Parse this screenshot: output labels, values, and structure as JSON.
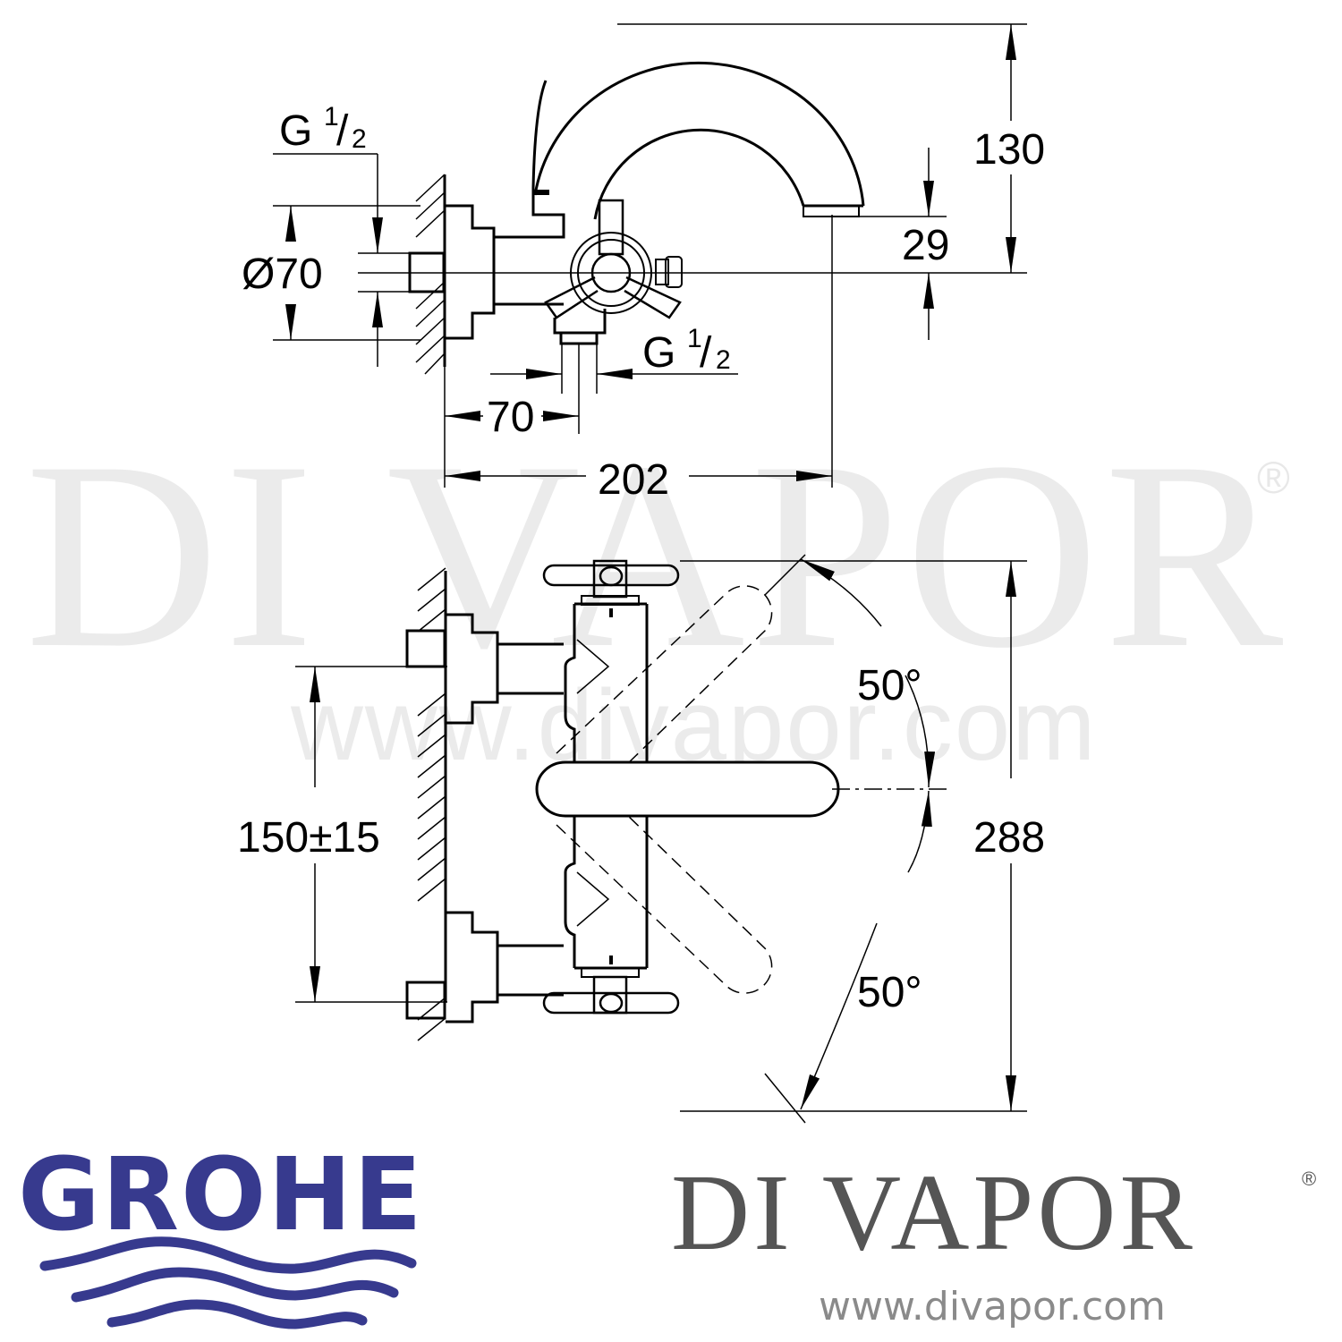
{
  "watermark": {
    "brand": "DI VAPOR",
    "registered": "®",
    "url": "www.divapor.com"
  },
  "drawing": {
    "side_view": {
      "inlet_thread_label": {
        "main": "G",
        "sup": "1",
        "sub": "2"
      },
      "outlet_thread_label": {
        "main": "G",
        "sup": "1",
        "sub": "2"
      },
      "escutcheon_diameter": "Ø70",
      "wall_to_outlet": "70",
      "wall_to_spout": "202",
      "spout_height": "130",
      "spout_outlet_height": "29"
    },
    "front_view": {
      "inlet_centres": "150±15",
      "total_height": "288",
      "lever_angle_up": "50°",
      "lever_angle_down": "50°"
    }
  },
  "logos": {
    "grohe": {
      "text": "GROHE",
      "color": "#373a8e"
    },
    "divapor": {
      "text": "DI VAPOR",
      "registered": "®",
      "url": "www.divapor.com",
      "color": "#555555"
    }
  }
}
